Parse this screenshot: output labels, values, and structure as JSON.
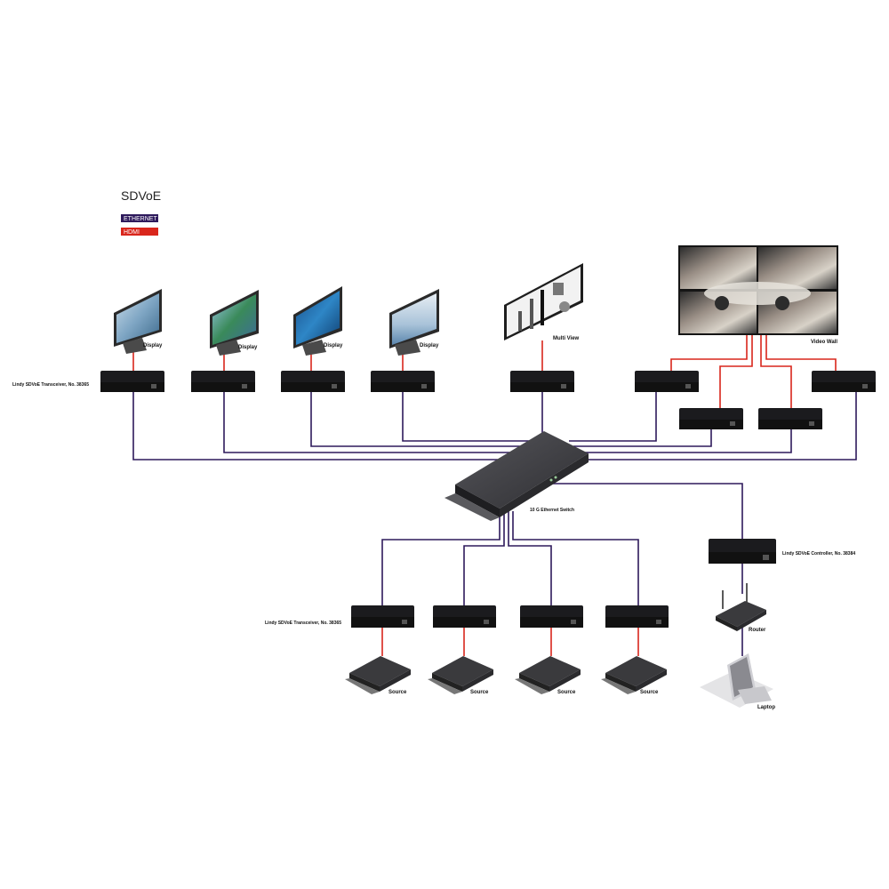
{
  "title": "SDVoE",
  "legend": {
    "ethernet": "ETHERNET",
    "hdmi": "HDMI"
  },
  "colors": {
    "ethernet": "#2e1a5c",
    "hdmi": "#d9261c",
    "device": "#1b1b1e",
    "switch": "#3a3a3d"
  },
  "labels": {
    "display": "Display",
    "multi_view": "Multi View",
    "video_wall": "Video Wall",
    "transceiver_top": "Lindy SDVoE Transceiver, No. 38365",
    "transceiver_bottom": "Lindy SDVoE Transceiver, No. 38365",
    "switch": "10 G Ethernet Switch",
    "controller": "Lindy SDVoE Controller, No. 38384",
    "router": "Router",
    "source": "Source",
    "laptop": "Laptop"
  }
}
